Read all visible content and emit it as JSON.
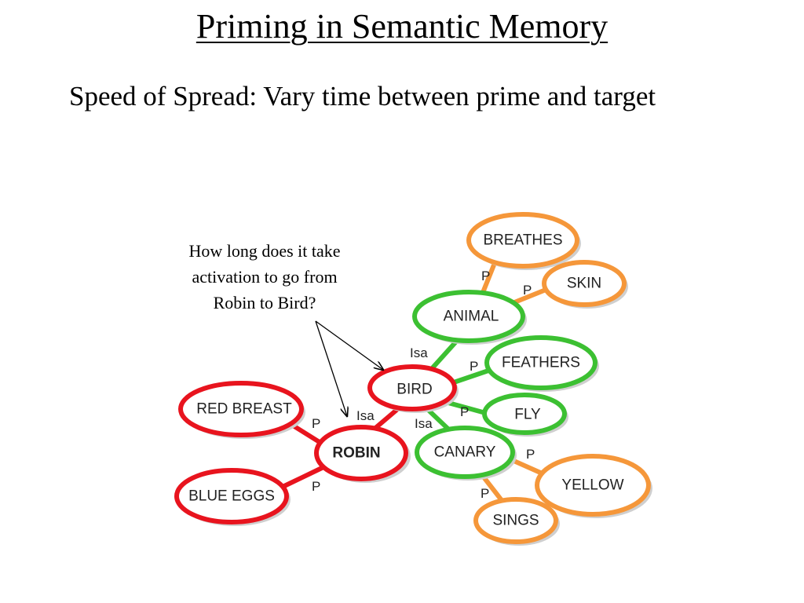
{
  "slide": {
    "title": "Priming in Semantic Memory",
    "bullet": "Speed of Spread: Vary time between prime and target",
    "annotation": "How long does it take activation to go from Robin to Bird?"
  },
  "colors": {
    "red": "#e8141e",
    "green": "#3cc032",
    "orange": "#f5973a",
    "shadow": "#cfcfcf"
  },
  "network": {
    "nodes": {
      "breathes": "BREATHES",
      "skin": "SKIN",
      "animal": "ANIMAL",
      "feathers": "FEATHERS",
      "bird": "BIRD",
      "fly": "FLY",
      "red_breast": "RED BREAST",
      "robin": "ROBIN",
      "canary": "CANARY",
      "yellow": "YELLOW",
      "blue_eggs": "BLUE EGGS",
      "sings": "SINGS"
    },
    "links": {
      "isa_bird_animal": "Isa",
      "isa_robin_bird": "Isa",
      "isa_canary_bird": "Isa",
      "p_animal_breathes": "P",
      "p_animal_skin": "P",
      "p_bird_feathers": "P",
      "p_bird_fly": "P",
      "p_robin_red_breast": "P",
      "p_robin_blue_eggs": "P",
      "p_canary_yellow": "P",
      "p_canary_sings": "P"
    }
  }
}
